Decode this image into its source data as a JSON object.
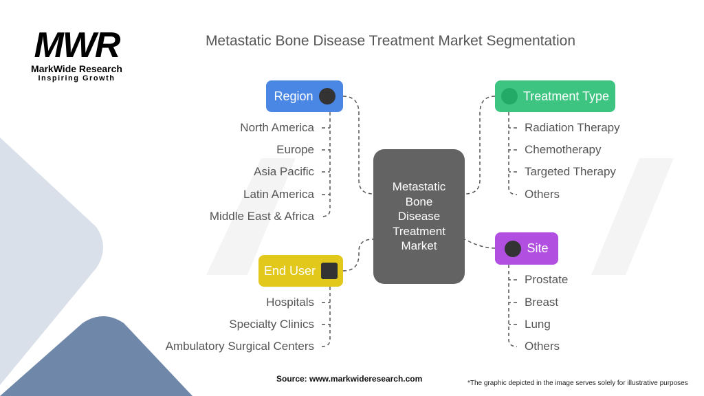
{
  "logo": {
    "mark": "MWR",
    "name": "MarkWide Research",
    "tagline": "Inspiring Growth"
  },
  "title": "Metastatic Bone Disease Treatment Market Segmentation",
  "center": "Metastatic Bone Disease Treatment Market",
  "segments": {
    "region": {
      "label": "Region",
      "color": "#4a86e3",
      "items": [
        "North America",
        "Europe",
        "Asia Pacific",
        "Latin America",
        "Middle East & Africa"
      ]
    },
    "treatment": {
      "label": "Treatment Type",
      "color": "#3dc480",
      "items": [
        "Radiation Therapy",
        "Chemotherapy",
        "Targeted Therapy",
        "Others"
      ]
    },
    "end_user": {
      "label": "End User",
      "color": "#e1c81b",
      "items": [
        "Hospitals",
        "Specialty Clinics",
        "Ambulatory Surgical Centers"
      ]
    },
    "site": {
      "label": "Site",
      "color": "#b14fe0",
      "items": [
        "Prostate",
        "Breast",
        "Lung",
        "Others"
      ]
    }
  },
  "footer": {
    "source": "Source: www.markwideresearch.com",
    "disclaimer": "*The graphic depicted in the image serves solely for illustrative purposes"
  }
}
